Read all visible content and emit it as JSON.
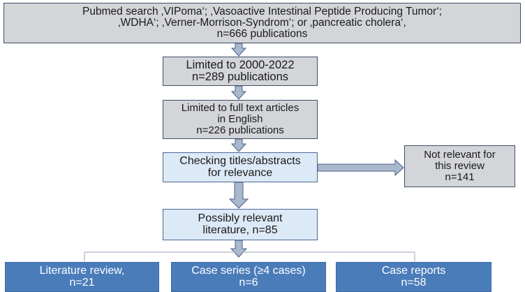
{
  "boxes": {
    "search": {
      "lines": [
        "Pubmed search ‚VIPoma‘; ‚Vasoactive Intestinal Peptide Producing Tumor‘;",
        "‚WDHA‘; ‚Verner-Morrison-Syndrom‘; or ‚pancreatic cholera‘,",
        "n=666 publications"
      ]
    },
    "limited_years": {
      "lines": [
        "Limited to 2000-2022",
        "n=289 publications"
      ]
    },
    "limited_fulltext": {
      "lines": [
        "Limited to full text articles",
        "in English",
        "n=226 publications"
      ]
    },
    "checking": {
      "lines": [
        "Checking titles/abstracts",
        "for relevance"
      ]
    },
    "not_relevant": {
      "lines": [
        "Not relevant for",
        "this review",
        "n=141"
      ]
    },
    "possibly_relevant": {
      "lines": [
        "Possibly relevant",
        "literature, n=85"
      ]
    },
    "literature_review": {
      "lines": [
        "Literature review,",
        "n=21"
      ]
    },
    "case_series": {
      "lines": [
        "Case series (≥4 cases)",
        "n=6"
      ]
    },
    "case_reports": {
      "lines": [
        "Case reports",
        "n=58"
      ]
    }
  },
  "colors": {
    "gray_box": "#d3d5d9",
    "light_blue_box": "#dce9f6",
    "dark_blue_box": "#4a7cba",
    "arrow_fill": "#a9b8cc",
    "arrow_stroke": "#4a6286"
  }
}
